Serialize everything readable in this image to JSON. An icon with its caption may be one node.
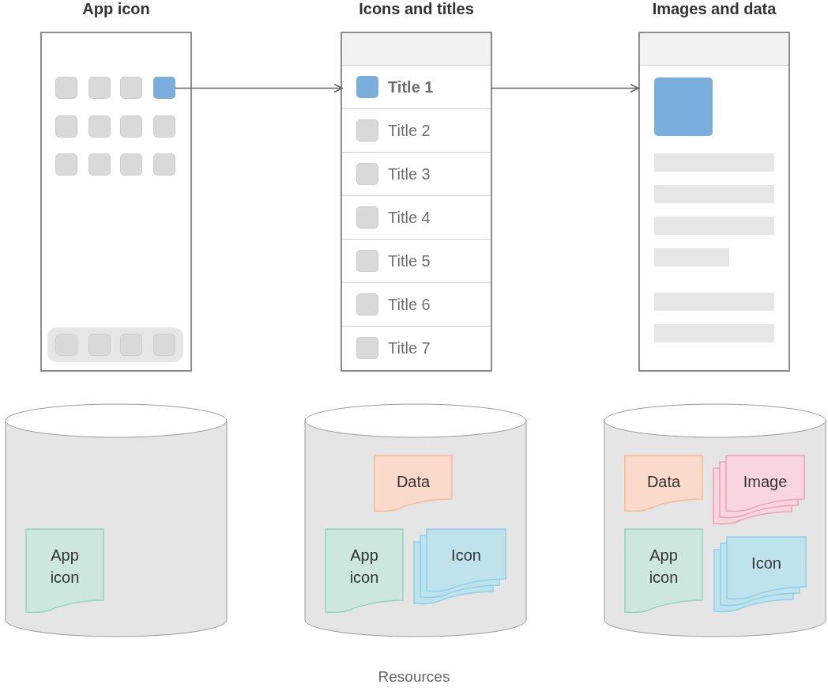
{
  "diagram": {
    "nodes": [
      {
        "text": [
          "App icon"
        ]
      },
      {
        "text": [],
        "shape": "box",
        "in": 0
      },
      {
        "text": [
          "Icons and titles"
        ]
      },
      {
        "text": [
          "Title 1"
        ],
        "in": 2
      },
      {
        "text": [
          "Title 2"
        ],
        "in": 2
      },
      {
        "text": [
          "Title 3"
        ],
        "in": 2
      },
      {
        "text": [
          "Title 4"
        ],
        "in": 2
      },
      {
        "text": [
          "Title 5"
        ],
        "in": 2
      },
      {
        "text": [
          "Title 6"
        ],
        "in": 2
      },
      {
        "text": [
          "Title 7"
        ],
        "in": 2
      },
      {
        "text": [
          "Images and data"
        ]
      },
      {
        "text": [],
        "shape": "cylinder"
      },
      {
        "text": [
          "App icon"
        ],
        "in": 11
      },
      {
        "text": [],
        "shape": "cylinder"
      },
      {
        "text": [
          "Data"
        ],
        "in": 13
      },
      {
        "text": [
          "App icon"
        ],
        "in": 13
      },
      {
        "text": [
          "Icon"
        ],
        "in": 13
      },
      {
        "text": [],
        "shape": "cylinder"
      },
      {
        "text": [
          "Data"
        ],
        "in": 17
      },
      {
        "text": [
          "Image"
        ],
        "in": 17
      },
      {
        "text": [
          "App icon"
        ],
        "in": 17
      },
      {
        "text": [
          "Icon"
        ],
        "in": 17
      }
    ],
    "edges": [
      {
        "from": 1,
        "to": 3,
        "arrow": "to"
      },
      {
        "from": 3,
        "to": 10,
        "arrow": "to"
      }
    ],
    "labels": [
      "Resources"
    ]
  }
}
